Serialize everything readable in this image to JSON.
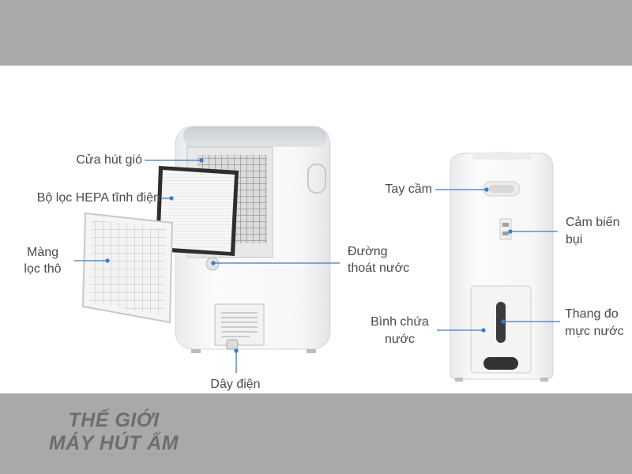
{
  "logo": {
    "line1": "THẾ GIỚI",
    "line2": "MÁY HÚT ẨM"
  },
  "labels": {
    "cua_hut_gio": "Cửa hút gió",
    "bo_loc_hepa": "Bộ lọc HEPA tĩnh điện",
    "mang_loc_tho_1": "Màng",
    "mang_loc_tho_2": "lọc thô",
    "duong_thoat_nuoc_1": "Đường",
    "duong_thoat_nuoc_2": "thoát nước",
    "day_dien": "Dây điện",
    "tay_cam": "Tay cầm",
    "cam_bien_bui_1": "Cảm biến",
    "cam_bien_bui_2": "bụi",
    "binh_chua_nuoc_1": "Bình chứa",
    "binh_chua_nuoc_2": "nước",
    "thang_do_1": "Thang đo",
    "thang_do_2": "mực nước"
  },
  "colors": {
    "band": "#a9a9a9",
    "leader_line": "#3b7cc4",
    "label_text": "#4a4a4a",
    "logo_text": "#6d6d6d"
  }
}
